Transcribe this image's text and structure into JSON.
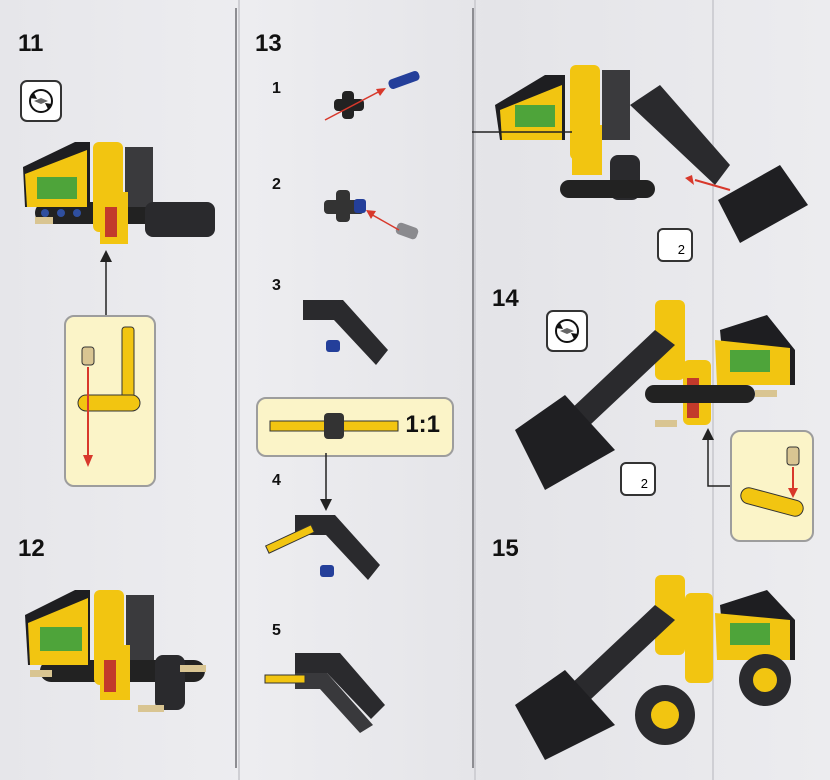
{
  "steps": {
    "s11": "11",
    "s12": "12",
    "s13": "13",
    "s14": "14",
    "s15": "15"
  },
  "substeps": [
    "1",
    "2",
    "3",
    "4",
    "5"
  ],
  "ratio": "1:1",
  "quantity_badges": [
    "2",
    "2"
  ],
  "colors": {
    "yellow": "#f2c511",
    "black": "#1f1f22",
    "green": "#4ea43a",
    "blue": "#243f9a",
    "red_arrow": "#d8382b",
    "tan": "#d9c592"
  },
  "icons": [
    "rotate-model-icon",
    "rotate-model-icon"
  ]
}
